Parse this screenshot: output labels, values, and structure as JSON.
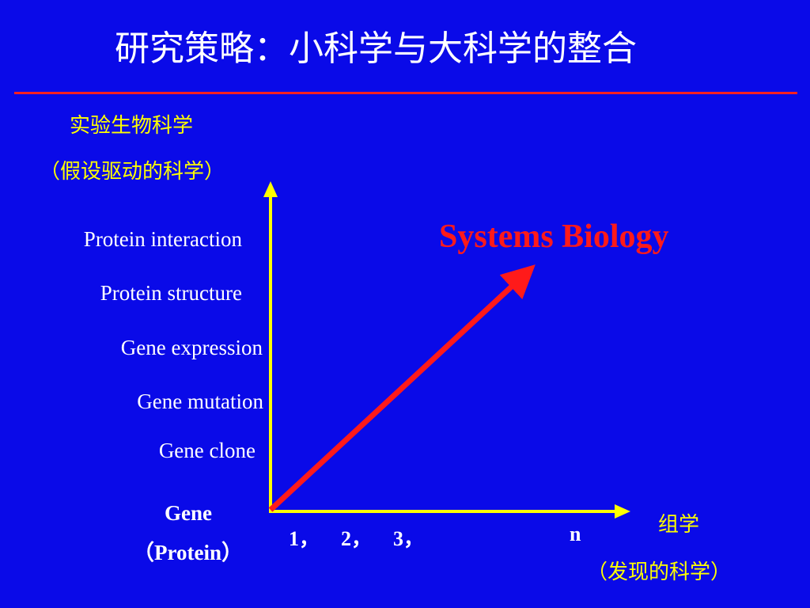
{
  "title": "研究策略：小科学与大科学的整合",
  "y_axis": {
    "label_line1": "实验生物科学",
    "label_line2": "（假设驱动的科学）"
  },
  "x_axis": {
    "label_line1": "组学",
    "label_line2": "（发现的科学）"
  },
  "levels": {
    "protein_interaction": "Protein interaction",
    "protein_structure": "Protein structure",
    "gene_expression": "Gene expression",
    "gene_mutation": "Gene mutation",
    "gene_clone": "Gene clone"
  },
  "origin": {
    "line1": "Gene",
    "line2": "（Protein）"
  },
  "x_ticks": {
    "t1": "1，",
    "t2": "2，",
    "t3": "3，",
    "tn": "n"
  },
  "systems_biology": "Systems Biology",
  "colors": {
    "background": "#0a0ae8",
    "axis": "#ffff00",
    "arrow": "#ff1a1a",
    "rule": "#ff2020"
  }
}
